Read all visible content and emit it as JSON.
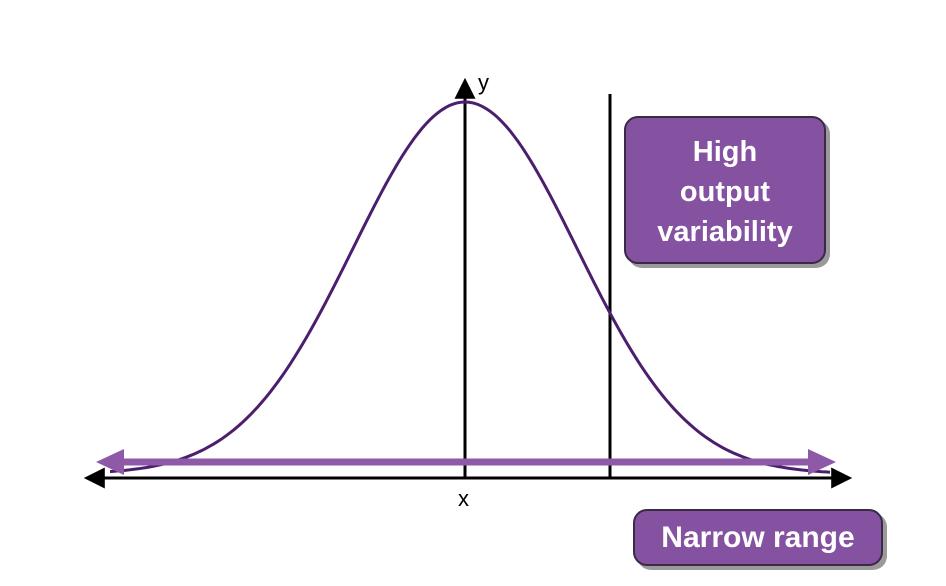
{
  "axes": {
    "x_label": "x",
    "y_label": "y"
  },
  "callouts": {
    "high_output": [
      "High",
      "output",
      "variability"
    ],
    "narrow_range": "Narrow range"
  },
  "colors": {
    "curve": "#4b1f6e",
    "callout_fill": "#8552a1",
    "range_arrow": "#8e5aa8",
    "axis": "#000000"
  }
}
